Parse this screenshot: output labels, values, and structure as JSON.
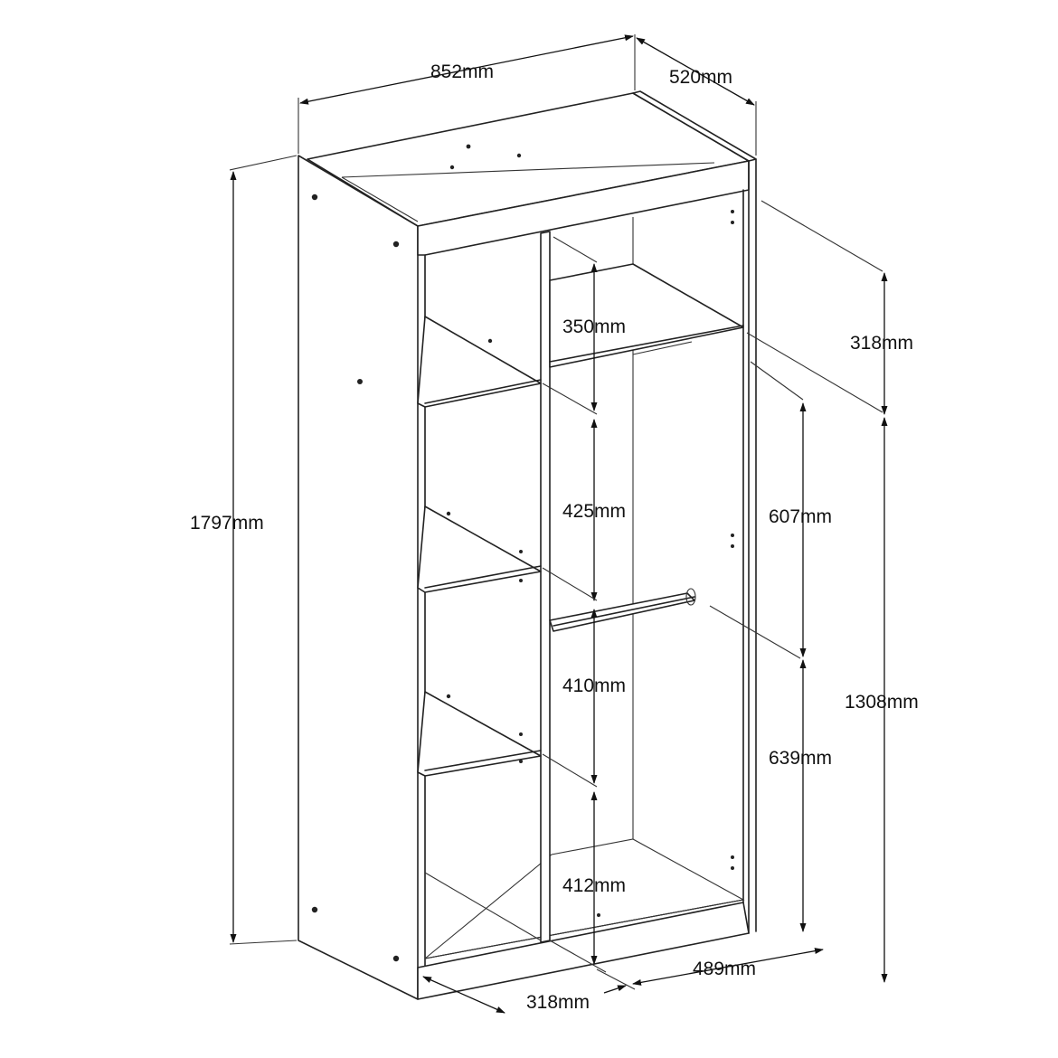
{
  "labels": {
    "width_total": "852mm",
    "depth_total": "520mm",
    "height_total": "1797mm",
    "shelf_gap_1": "350mm",
    "shelf_gap_2": "425mm",
    "shelf_gap_3": "410mm",
    "shelf_gap_4": "412mm",
    "top_shelf_depth": "318mm",
    "rail_to_top_shelf": "607mm",
    "rail_to_floor": "639mm",
    "hanging_height": "1308mm",
    "hanging_width": "489mm",
    "shelf_width": "318mm"
  },
  "colors": {
    "line": "#222222",
    "background": "#ffffff"
  }
}
